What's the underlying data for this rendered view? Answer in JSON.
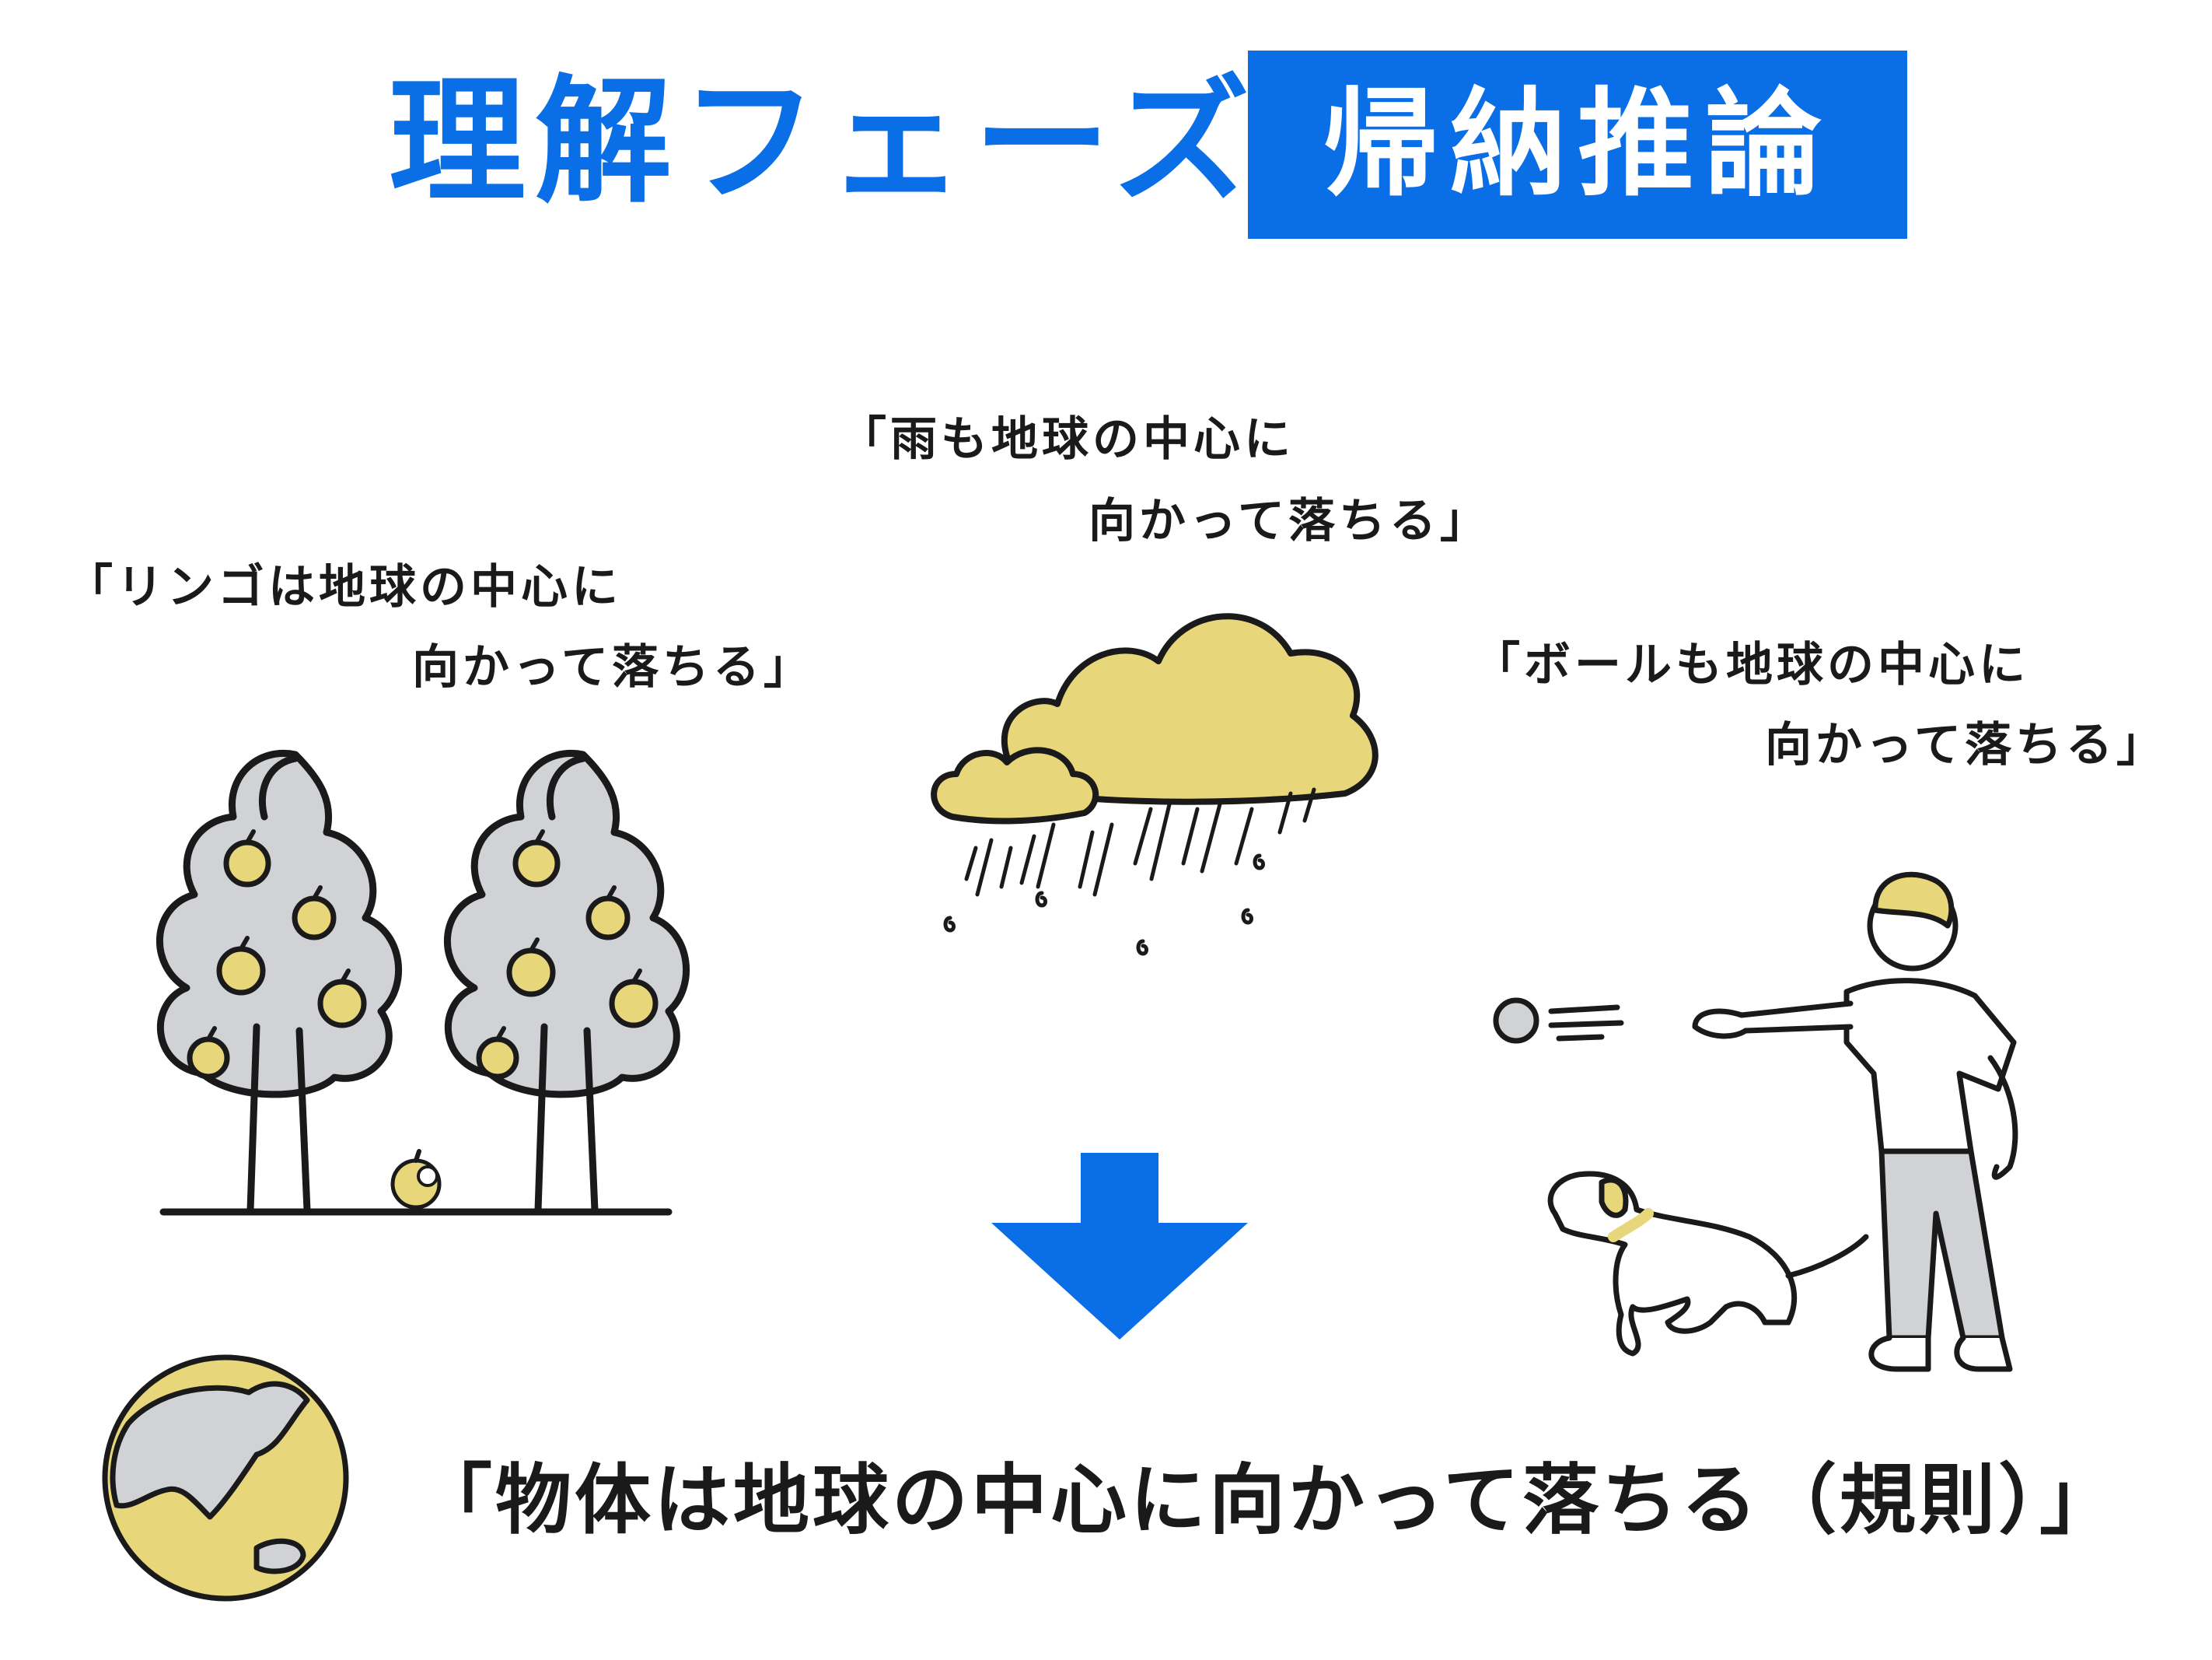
{
  "header": {
    "title": "理解フェーズ",
    "badge": "帰納推論"
  },
  "observations": {
    "apple": {
      "line1": "「リンゴは地球の中心に",
      "line2": "向かって落ちる」"
    },
    "rain": {
      "line1": "「雨も地球の中心に",
      "line2": "向かって落ちる」"
    },
    "ball": {
      "line1": "「ボールも地球の中心に",
      "line2": "向かって落ちる」"
    }
  },
  "conclusion": "「物体は地球の中心に向かって落ちる（規則）」",
  "colors": {
    "accent_blue": "#0a6ee6",
    "illustration_yellow": "#e8d67a",
    "illustration_gray": "#d0d2d5",
    "line_black": "#1a1a1a"
  },
  "icons": [
    "apple-tree-icon",
    "rain-cloud-icon",
    "person-throwing-ball-icon",
    "dog-icon",
    "earth-globe-icon",
    "down-arrow-icon"
  ]
}
